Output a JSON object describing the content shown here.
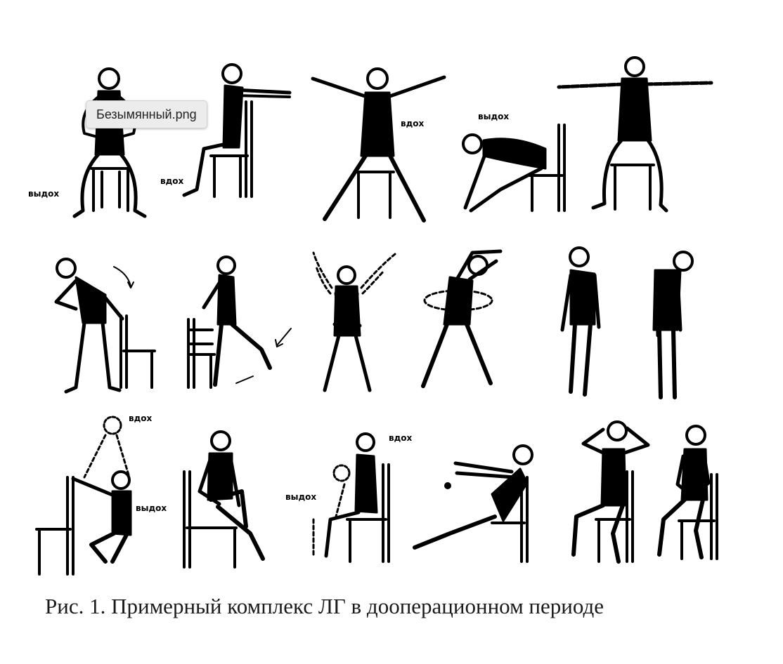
{
  "tooltip": {
    "filename": "Безымянный.png"
  },
  "caption": "Рис. 1. Примерный комплекс ЛГ в дооперационном периоде",
  "labels": {
    "exhale": "выдох",
    "inhale": "вдох"
  },
  "figures": [
    {
      "name": "figure-1-seated-hands-on-hips",
      "annotation": "выдох"
    },
    {
      "name": "figure-2-seated-arms-forward",
      "annotation": "вдох"
    },
    {
      "name": "figure-3-standing-arms-spread",
      "annotation": "вдох"
    },
    {
      "name": "figure-4-seated-forward-bend",
      "annotation": "выдох"
    },
    {
      "name": "figure-5-seated-arms-sideways",
      "annotation": ""
    },
    {
      "name": "figure-6-standing-side-bend",
      "annotation": ""
    },
    {
      "name": "figure-7-leg-swing-back",
      "annotation": ""
    },
    {
      "name": "figure-8-arms-crossed-raise",
      "annotation": ""
    },
    {
      "name": "figure-9-side-stretch",
      "annotation": ""
    },
    {
      "name": "figure-10-standing-upright",
      "annotation": ""
    },
    {
      "name": "figure-11-standing-head-bowed",
      "annotation": ""
    },
    {
      "name": "figure-12-squat-at-chair",
      "annotation": "вдох / выдох"
    },
    {
      "name": "figure-13-seated-knee-to-chest",
      "annotation": ""
    },
    {
      "name": "figure-14-seated-lean",
      "annotation": "вдох / выдох"
    },
    {
      "name": "figure-15-reclined-arms-forward",
      "annotation": ""
    },
    {
      "name": "figure-16-seated-hands-behind-head",
      "annotation": ""
    },
    {
      "name": "figure-17-seated-hands-on-shoulders",
      "annotation": ""
    }
  ]
}
